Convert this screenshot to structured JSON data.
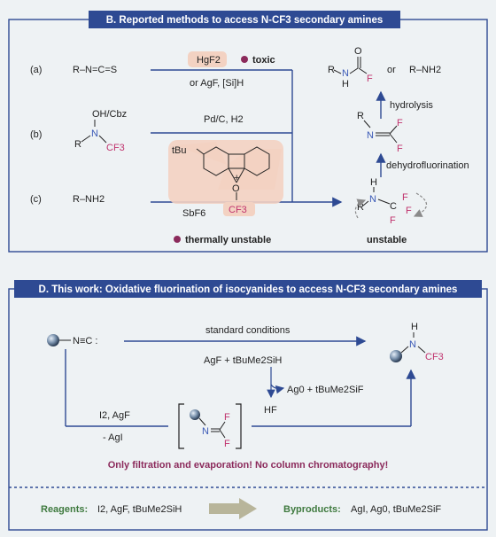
{
  "panelB": {
    "title": "B. Reported methods to access N-CF3 secondary amines",
    "labels": {
      "a": "(a)",
      "b": "(b)",
      "c": "(c)"
    },
    "reagent_a": "R–N=C=S",
    "reagent_b_top": "OH/Cbz",
    "reagent_b_n": "N",
    "reagent_b_r": "R",
    "reagent_b_cf3": "CF3",
    "reagent_c": "R–NH2",
    "cond_a1": "HgF2",
    "toxic": "toxic",
    "cond_a2": "or AgF, [Si]H",
    "cond_b": "Pd/C, H2",
    "catalyst_tbu": "tBu",
    "catalyst_o": "O",
    "catalyst_cf3": "CF3",
    "catalyst_counter": "SbF6",
    "thermally": "thermally unstable",
    "prod_or": "or",
    "prod_amine": "R–NH2",
    "hydrolysis": "hydrolysis",
    "dehydro": "dehydrofluorination",
    "unstable": "unstable",
    "atom_R": "R",
    "atom_N": "N",
    "atom_H": "H",
    "atom_O": "O",
    "atom_F": "F",
    "atom_C": "C"
  },
  "panelD": {
    "title": "D. This work: Oxidative fluorination of isocyanides to access N-CF3 secondary amines",
    "isocyanide": "N≡C :",
    "std": "standard conditions",
    "reagents_line": "AgF + tBuMe2SiH",
    "byprod_line": "Ag0 + tBuMe2SiF",
    "hf": "HF",
    "i2agf": "I2, AgF",
    "minus_agi": "- AgI",
    "product_h": "H",
    "product_n": "N",
    "product_cf3": "CF3",
    "inter_n": "N",
    "inter_f": "F",
    "note": "Only filtration and evaporation! No column chromatography!",
    "reagents_label": "Reagents:",
    "reagents_value": "I2, AgF, tBuMe2SiH",
    "byproducts_label": "Byproducts:",
    "byproducts_value": "AgI, Ag0, tBuMe2SiF"
  }
}
